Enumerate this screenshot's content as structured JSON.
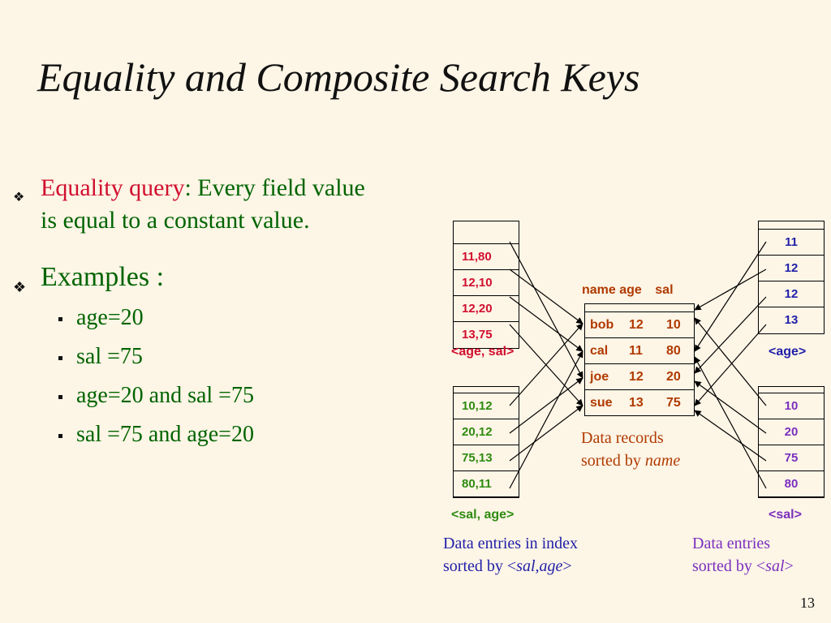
{
  "title": "Equality  and Composite Search Keys",
  "bullet1": {
    "highlight": "Equality query",
    "text": ": Every field value is equal to a constant value."
  },
  "bullet2": {
    "label": "Examples :",
    "items": [
      "age=20",
      "sal =75",
      "age=20 and sal =75",
      "sal =75 and  age=20"
    ]
  },
  "diagram": {
    "left_top": {
      "cells": [
        "11,80",
        "12,10",
        "12,20",
        "13,75"
      ],
      "label": "<age, sal>"
    },
    "left_bottom": {
      "cells": [
        "10,12",
        "20,12",
        "75,13",
        "80,11"
      ],
      "label": "<sal, age>"
    },
    "data_records": {
      "header": {
        "name": "name",
        "age": "age",
        "sal": "sal"
      },
      "rows": [
        {
          "name": "bob",
          "age": "12",
          "sal": "10"
        },
        {
          "name": "cal",
          "age": "11",
          "sal": "80"
        },
        {
          "name": "joe",
          "age": "12",
          "sal": "20"
        },
        {
          "name": "sue",
          "age": "13",
          "sal": "75"
        }
      ],
      "caption_line1": "Data records",
      "caption_prefix": "sorted by ",
      "caption_emph": "name"
    },
    "right_top": {
      "cells": [
        "11",
        "12",
        "12",
        "13"
      ],
      "label": "<age>"
    },
    "right_bottom": {
      "cells": [
        "10",
        "20",
        "75",
        "80"
      ],
      "label": "<sal>"
    },
    "caption_left": {
      "line1": "Data entries in index",
      "prefix": "sorted by <",
      "emph": "sal,age",
      "suffix": ">"
    },
    "caption_right": {
      "line1": "Data entries",
      "prefix": "sorted by <",
      "emph": "sal",
      "suffix": ">"
    }
  },
  "page_number": "13",
  "colors": {
    "red": "#d10f2f",
    "green": "#006400",
    "blue": "#1f1fa8",
    "orange": "#b03a00",
    "purple": "#7a2fbf"
  }
}
